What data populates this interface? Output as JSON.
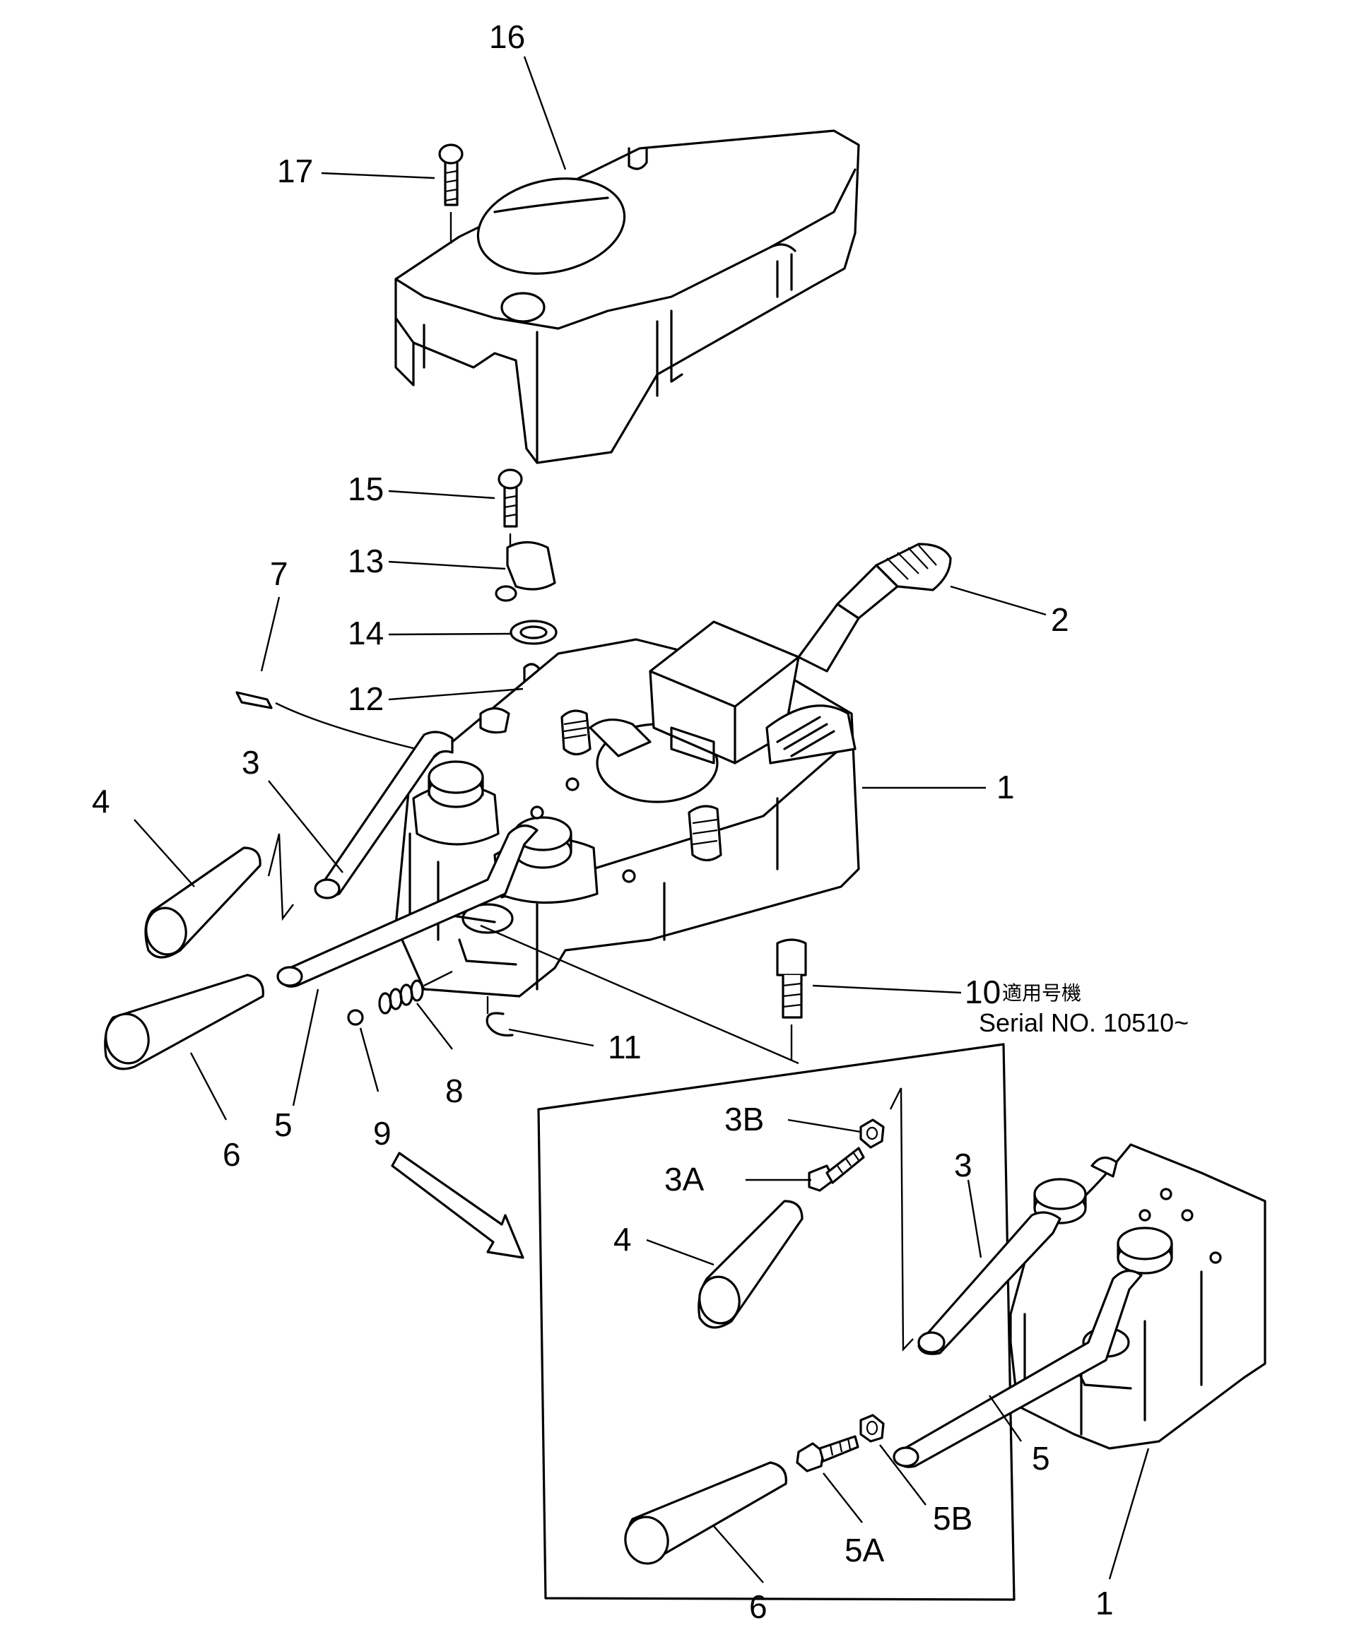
{
  "labels": [
    {
      "id": "16",
      "text": "16"
    },
    {
      "id": "17",
      "text": "17"
    },
    {
      "id": "15",
      "text": "15"
    },
    {
      "id": "13",
      "text": "13"
    },
    {
      "id": "14",
      "text": "14"
    },
    {
      "id": "12",
      "text": "12"
    },
    {
      "id": "7",
      "text": "7"
    },
    {
      "id": "2",
      "text": "2"
    },
    {
      "id": "1",
      "text": "1"
    },
    {
      "id": "3",
      "text": "3"
    },
    {
      "id": "4",
      "text": "4"
    },
    {
      "id": "10",
      "text": "10"
    },
    {
      "id": "11",
      "text": "11"
    },
    {
      "id": "8",
      "text": "8"
    },
    {
      "id": "9",
      "text": "9"
    },
    {
      "id": "5",
      "text": "5"
    },
    {
      "id": "6",
      "text": "6"
    }
  ],
  "inset_labels": [
    {
      "id": "3B",
      "text": "3B"
    },
    {
      "id": "3A",
      "text": "3A"
    },
    {
      "id": "4",
      "text": "4"
    },
    {
      "id": "3",
      "text": "3"
    },
    {
      "id": "5",
      "text": "5"
    },
    {
      "id": "5A",
      "text": "5A"
    },
    {
      "id": "5B",
      "text": "5B"
    },
    {
      "id": "6",
      "text": "6"
    },
    {
      "id": "1",
      "text": "1"
    }
  ],
  "note": {
    "japanese": "適用号機",
    "serial": "Serial NO. 10510~"
  }
}
